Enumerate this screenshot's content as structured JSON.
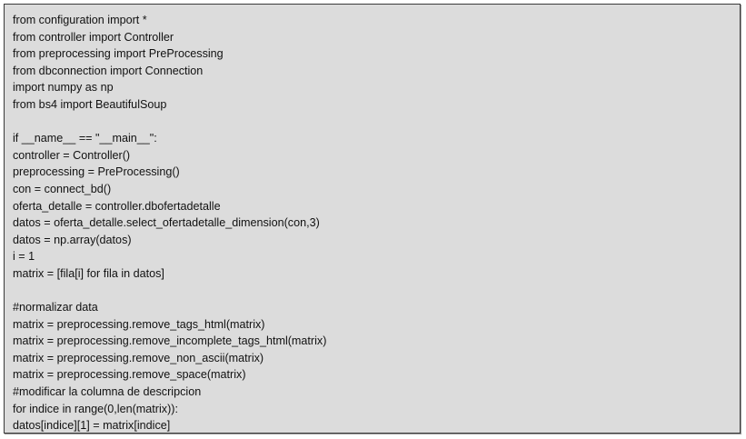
{
  "code": {
    "lines": [
      "from configuration import *",
      "from controller import Controller",
      "from preprocessing import PreProcessing",
      "from dbconnection import Connection",
      "import numpy as np",
      "from bs4 import BeautifulSoup",
      "",
      "if __name__ == \"__main__\":",
      "controller = Controller()",
      "preprocessing = PreProcessing()",
      "con = connect_bd()",
      "oferta_detalle = controller.dbofertadetalle",
      "datos = oferta_detalle.select_ofertadetalle_dimension(con,3)",
      "datos = np.array(datos)",
      "i = 1",
      "matrix = [fila[i] for fila in datos]",
      "",
      "#normalizar data",
      "matrix = preprocessing.remove_tags_html(matrix)",
      "matrix = preprocessing.remove_incomplete_tags_html(matrix)",
      "matrix = preprocessing.remove_non_ascii(matrix)",
      "matrix = preprocessing.remove_space(matrix)",
      "#modificar la columna de descripcion",
      "for indice in range(0,len(matrix)):",
      "datos[indice][1] = matrix[indice]"
    ]
  }
}
